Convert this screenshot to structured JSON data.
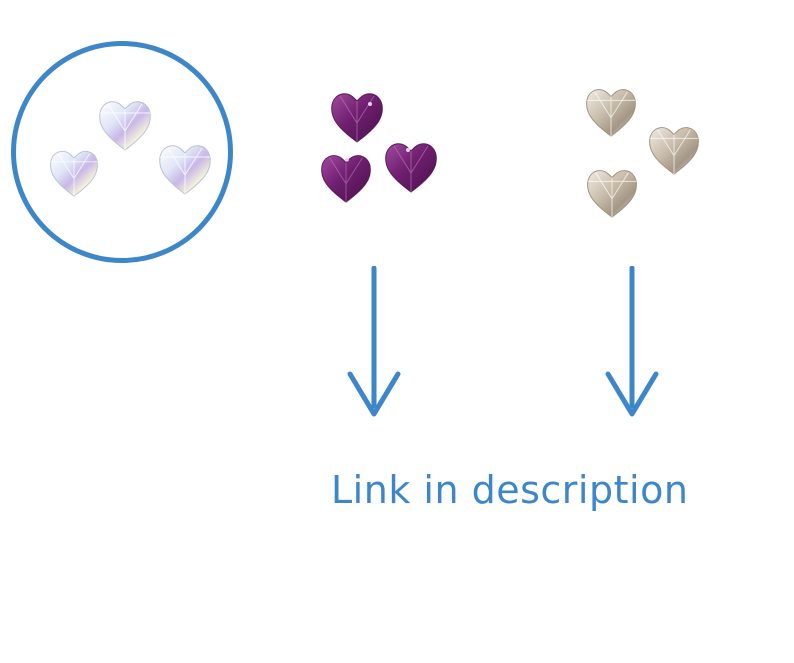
{
  "caption": "Link in description",
  "colors": {
    "accent": "#3e86ca",
    "crystal_ab": "#e8ecf5",
    "amethyst": "#6e1f6e",
    "silver_shade": "#b8ab9a"
  },
  "products": [
    {
      "name": "crystal-ab-hearts",
      "selected": true
    },
    {
      "name": "amethyst-hearts",
      "selected": false
    },
    {
      "name": "silver-shade-hearts",
      "selected": false
    }
  ]
}
